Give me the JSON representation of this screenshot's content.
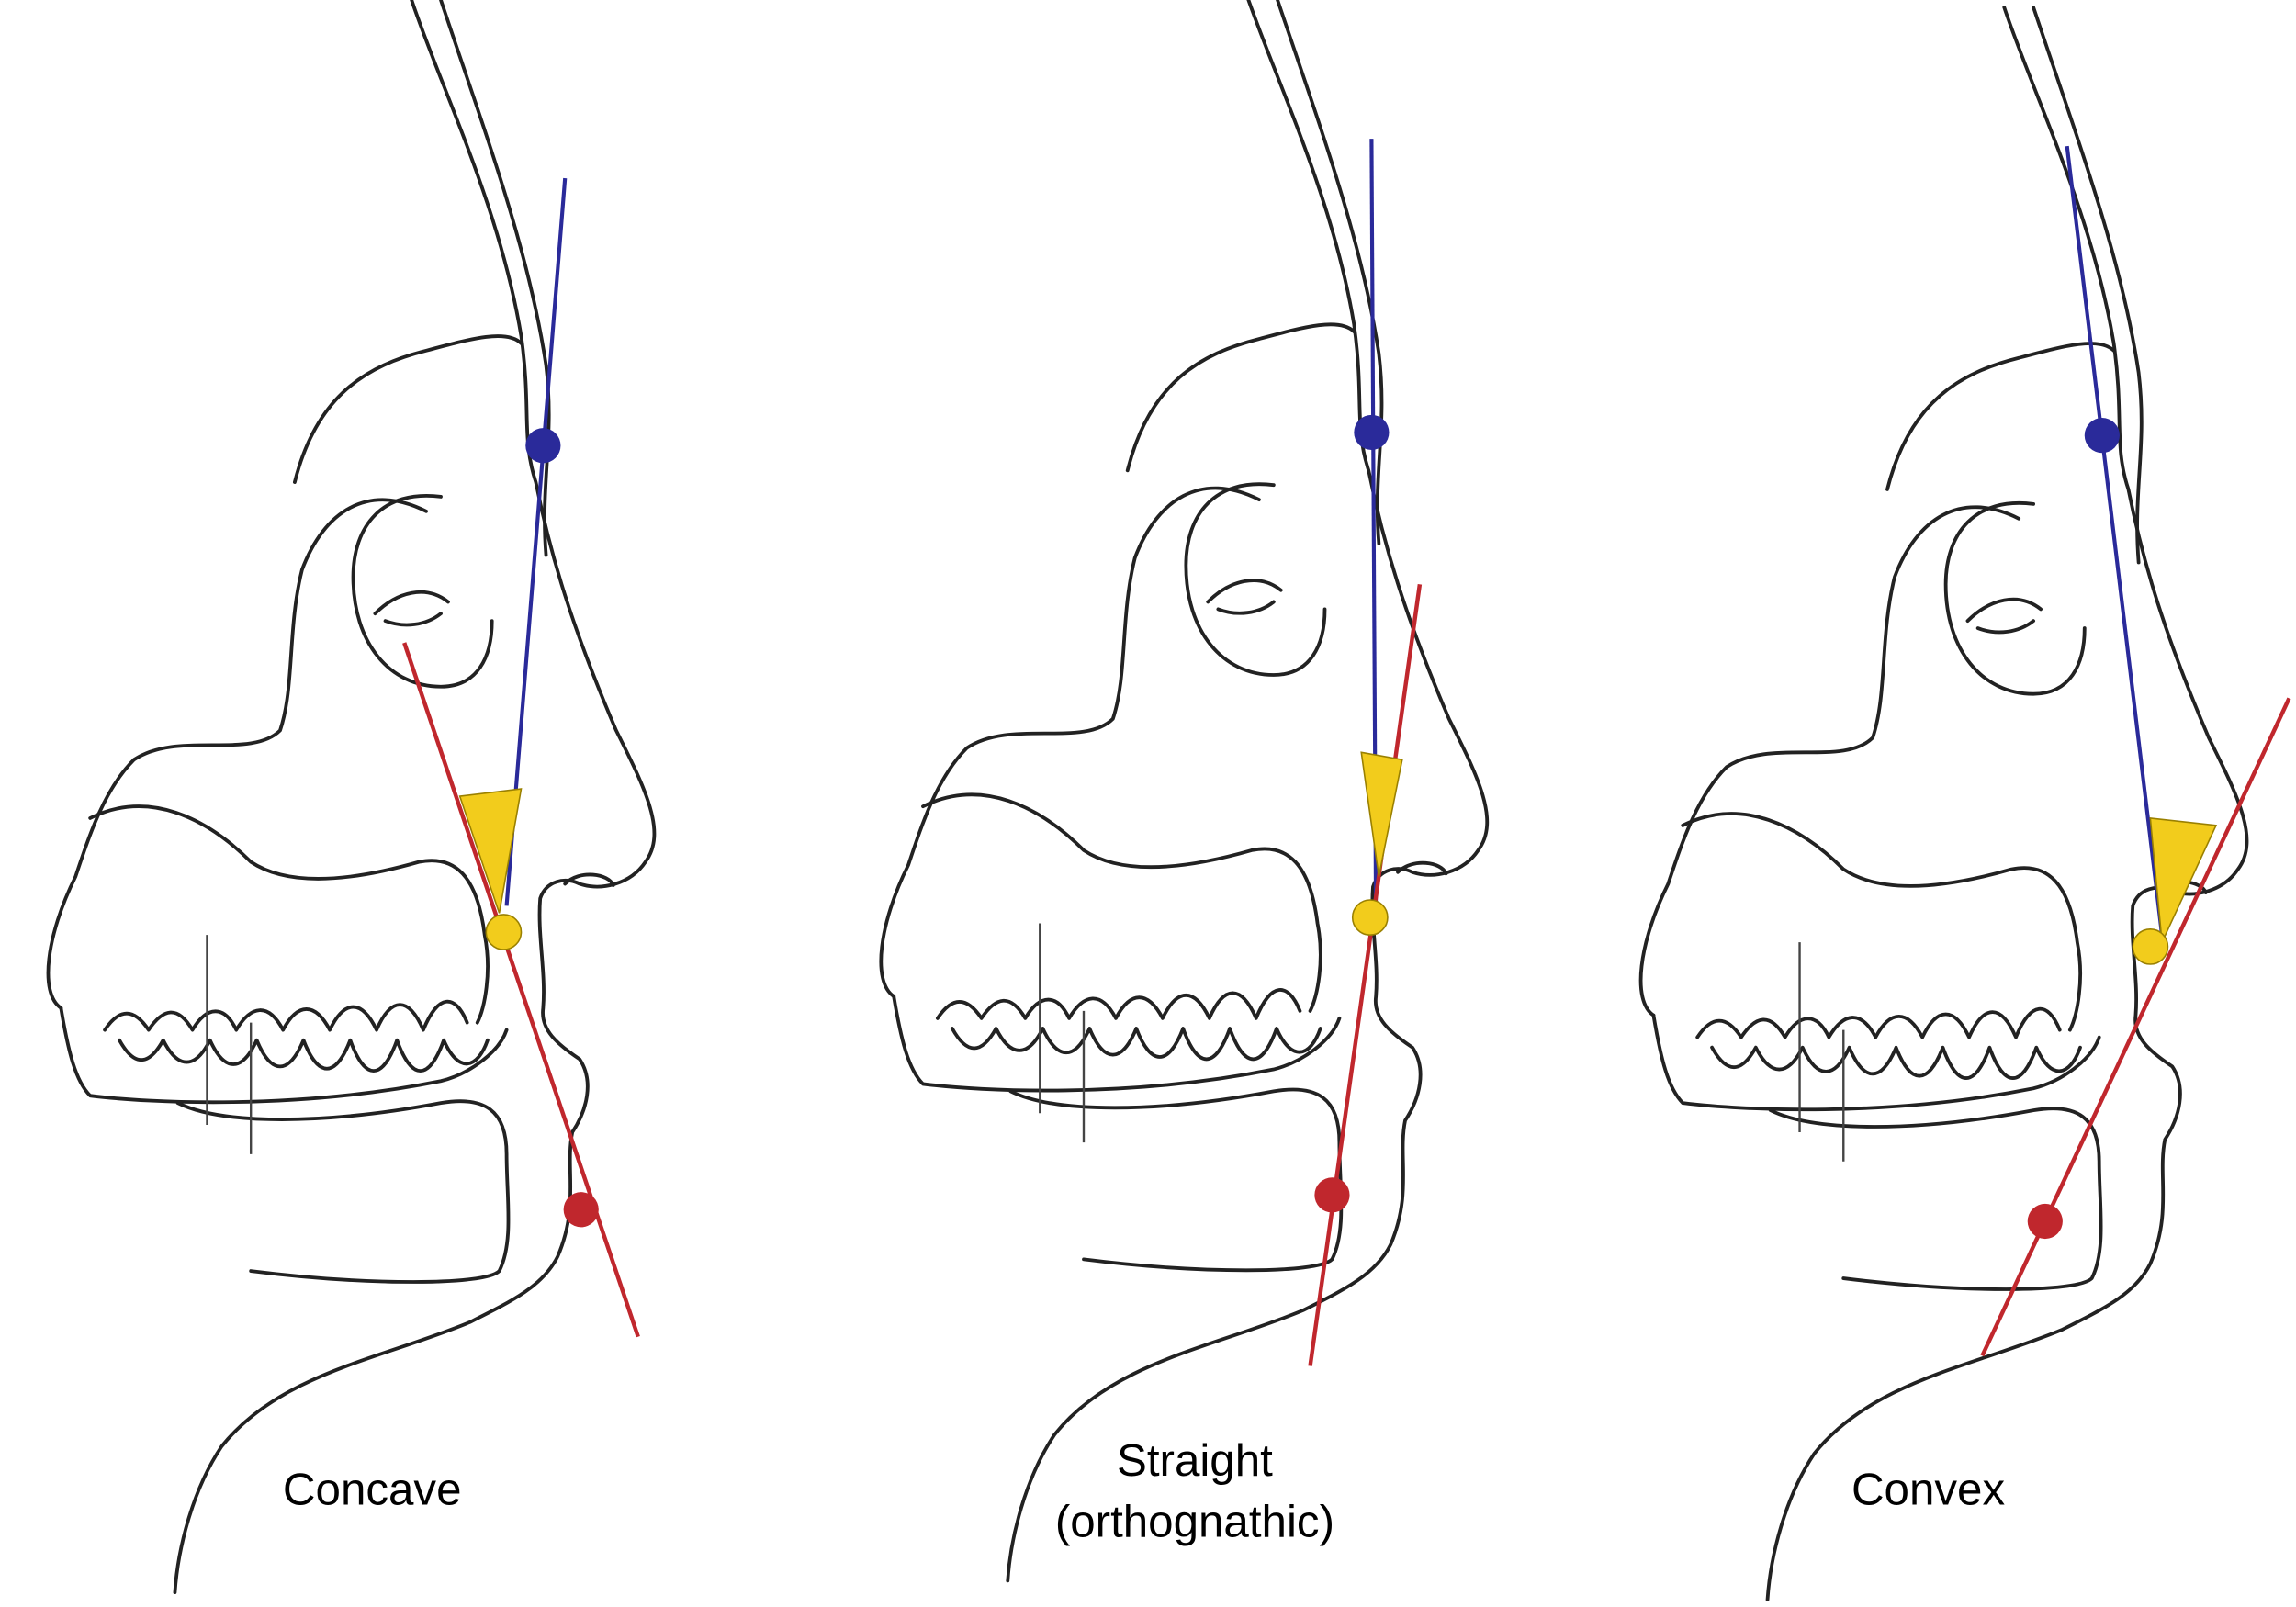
{
  "panels": [
    {
      "label": "Concave",
      "label_line2": null
    },
    {
      "label": "Straight",
      "label_line2": "(orthognathic)"
    },
    {
      "label": "Convex",
      "label_line2": null
    }
  ],
  "colors": {
    "vertical_reference_line": "#2a2a9a",
    "lower_profile_line": "#c0272d",
    "angle_marker": "#f2cc1c",
    "outline": "#222222"
  }
}
